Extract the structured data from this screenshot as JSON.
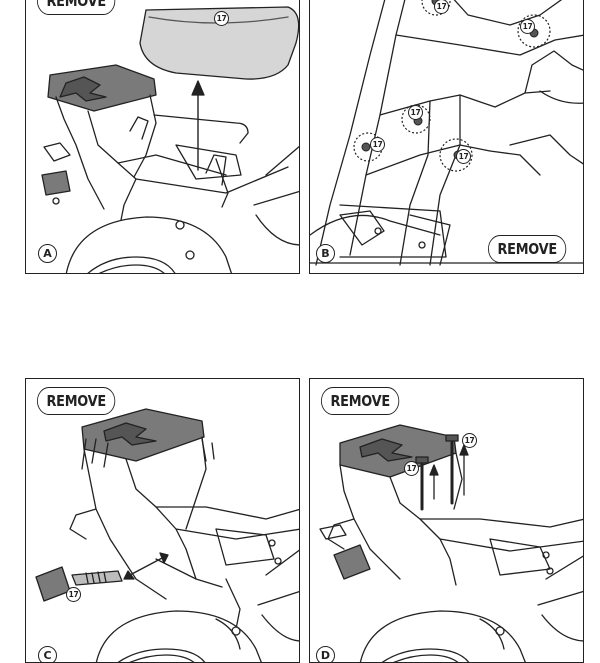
{
  "panels": {
    "a": {
      "letter": "A",
      "remove": "REMOVE",
      "part": "17"
    },
    "b": {
      "letter": "B",
      "remove": "REMOVE",
      "part": "17"
    },
    "c": {
      "letter": "C",
      "remove": "REMOVE",
      "part": "17"
    },
    "d": {
      "letter": "D",
      "remove": "REMOVE",
      "part": "17"
    }
  }
}
